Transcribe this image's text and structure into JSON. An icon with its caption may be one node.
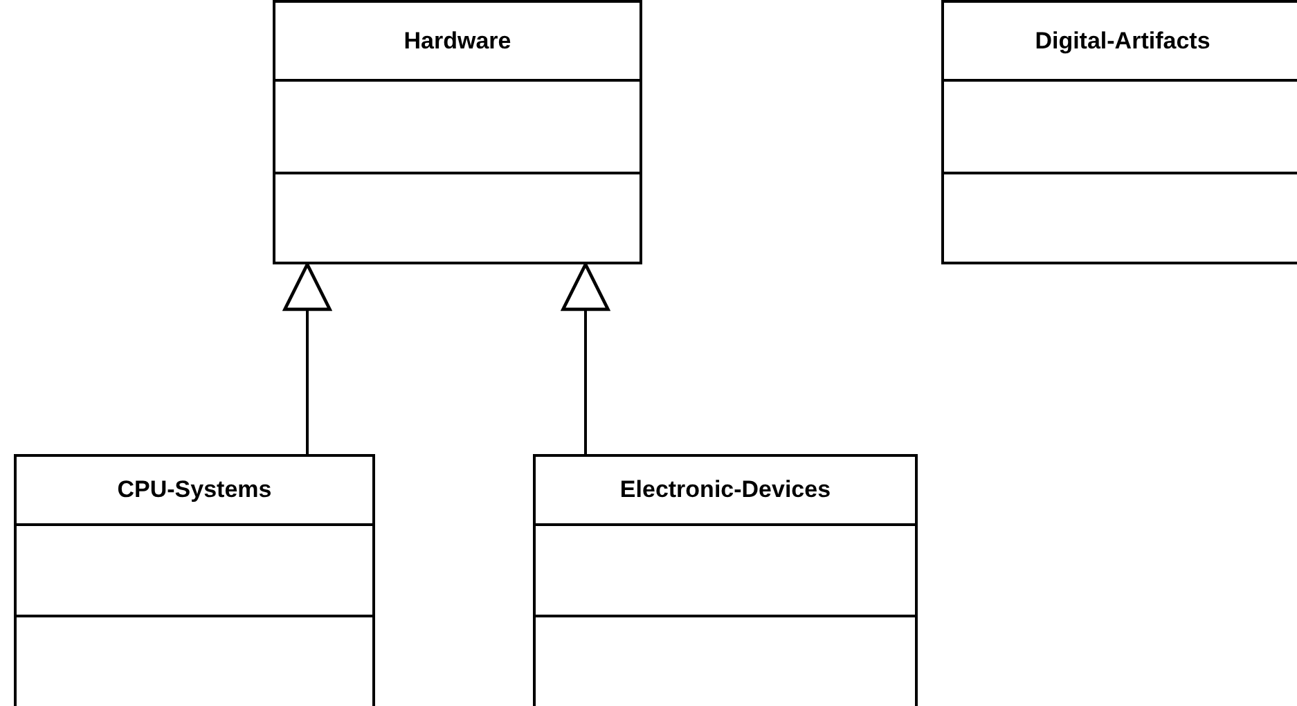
{
  "diagram": {
    "nodes": [
      {
        "text": [
          "Hardware"
        ]
      },
      {
        "text": [
          "Digital-Artifacts"
        ]
      },
      {
        "text": [
          "CPU-Systems"
        ]
      },
      {
        "text": [
          "Electronic-Devices"
        ]
      }
    ],
    "edges": [
      {
        "from": 2,
        "to": 0,
        "arrow": "to"
      },
      {
        "from": 3,
        "to": 0,
        "arrow": "to"
      }
    ]
  }
}
